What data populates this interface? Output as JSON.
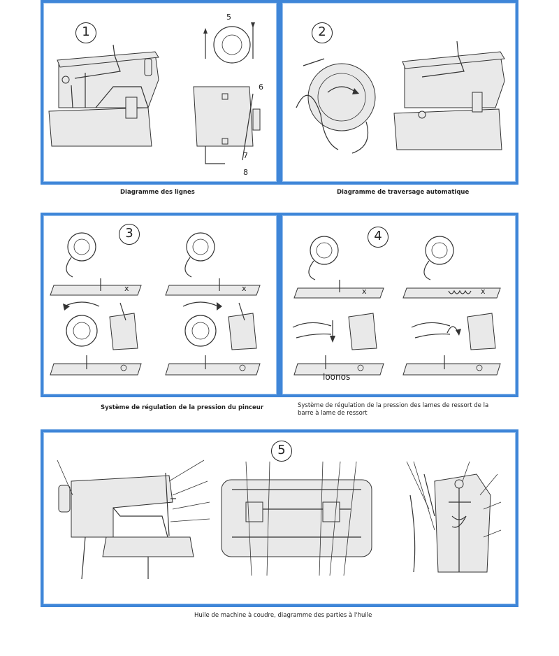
{
  "panels": [
    {
      "number": "1"
    },
    {
      "number": "2"
    },
    {
      "number": "3"
    },
    {
      "number": "4",
      "label": "loonos"
    },
    {
      "number": "5"
    }
  ],
  "step_labels": {
    "p1_5": "5",
    "p1_6": "6",
    "p1_7": "7",
    "p1_8": "8"
  },
  "x_mark": "x",
  "captions": {
    "c1": "Diagramme des lignes",
    "c2": "Diagramme de traversage automatique",
    "c3": "Système de régulation de la pression du pinceur",
    "c4": "Système de régulation de la pression des lames de ressort de la barre à lame de ressort",
    "c5": "Huile de machine à coudre, diagramme des parties à l'huile"
  },
  "colors": {
    "frame": "#3f86d8"
  }
}
